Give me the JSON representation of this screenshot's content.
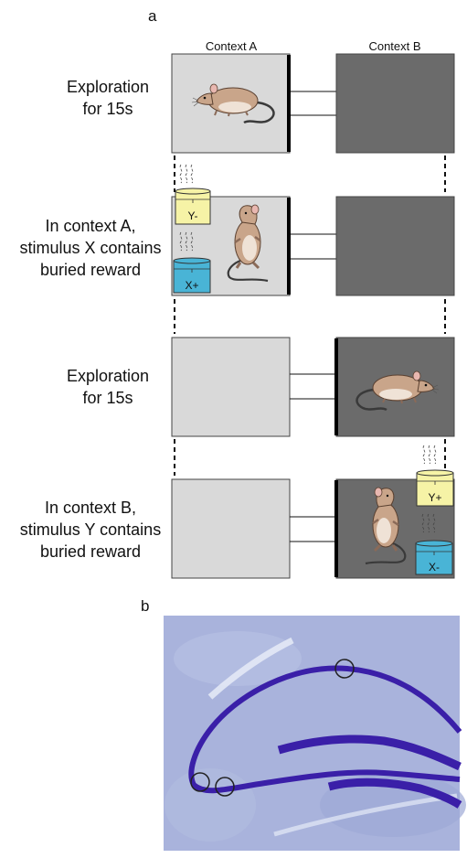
{
  "panel_a": {
    "letter": "a",
    "context_a_header": "Context A",
    "context_b_header": "Context B",
    "rows": [
      {
        "line1": "Exploration",
        "line2": "for 15s",
        "line3": ""
      },
      {
        "line1": "In context A,",
        "line2": "stimulus X contains",
        "line3": "buried reward",
        "cup_top": "Y-",
        "cup_bottom": "X+"
      },
      {
        "line1": "Exploration",
        "line2": "for 15s",
        "line3": ""
      },
      {
        "line1": "In context B,",
        "line2": "stimulus Y contains",
        "line3": "buried reward",
        "cup_top": "Y+",
        "cup_bottom": "X-"
      }
    ],
    "colors": {
      "context_a_fill": "#d9d9d9",
      "context_b_fill": "#6b6b6b",
      "cup_yellow": "#f6f3a6",
      "cup_blue": "#49b4d6"
    }
  },
  "panel_b": {
    "letter": "b",
    "colors": {
      "tissue": "#a9b3dc",
      "cell_layer": "#3a1fa8"
    }
  }
}
